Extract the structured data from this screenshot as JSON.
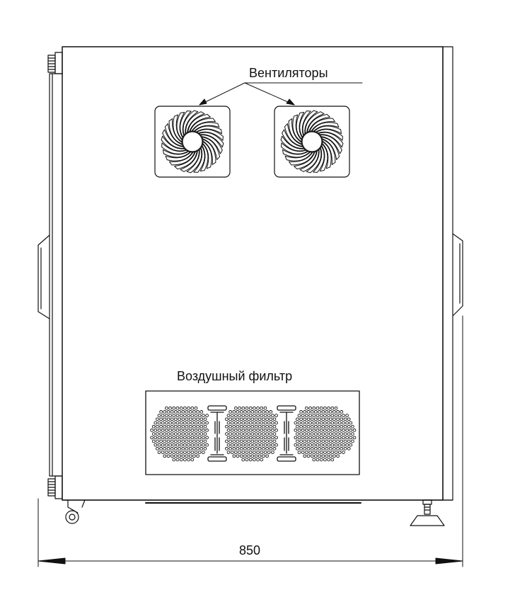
{
  "labels": {
    "fans": "Вентиляторы",
    "air_filter": "Воздушный фильтр",
    "width_dimension": "850"
  }
}
